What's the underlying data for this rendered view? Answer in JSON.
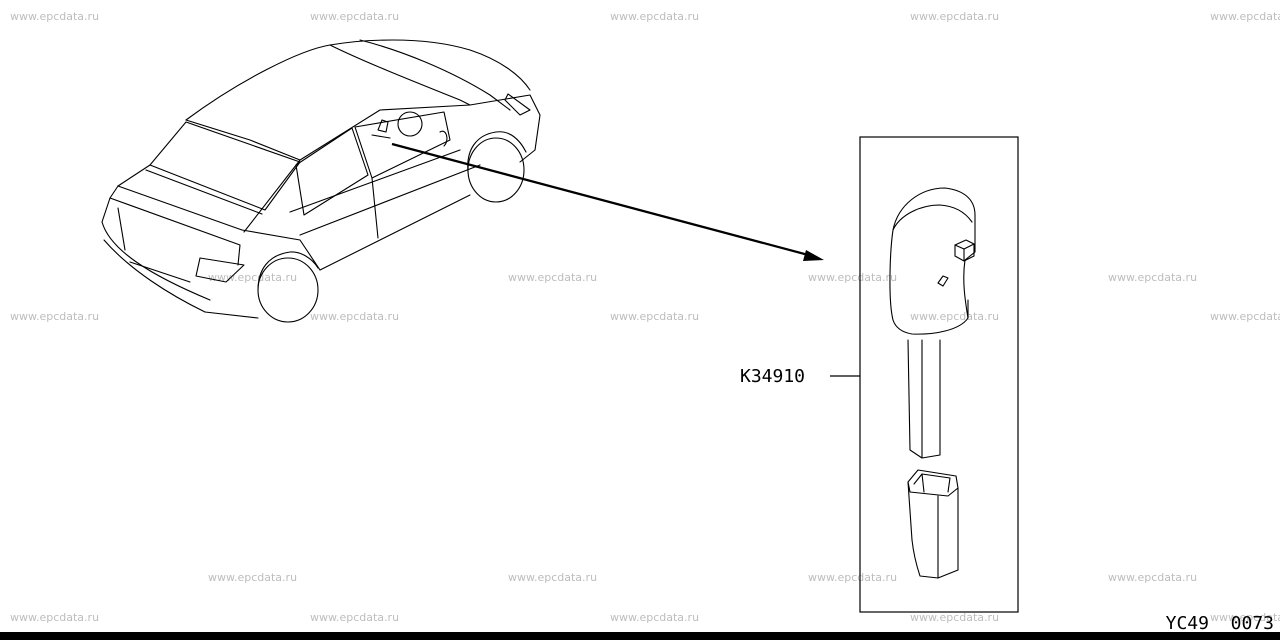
{
  "watermark": "www.epcdata.ru",
  "part_number": "K34910",
  "diagram_code": "YC49  0073"
}
